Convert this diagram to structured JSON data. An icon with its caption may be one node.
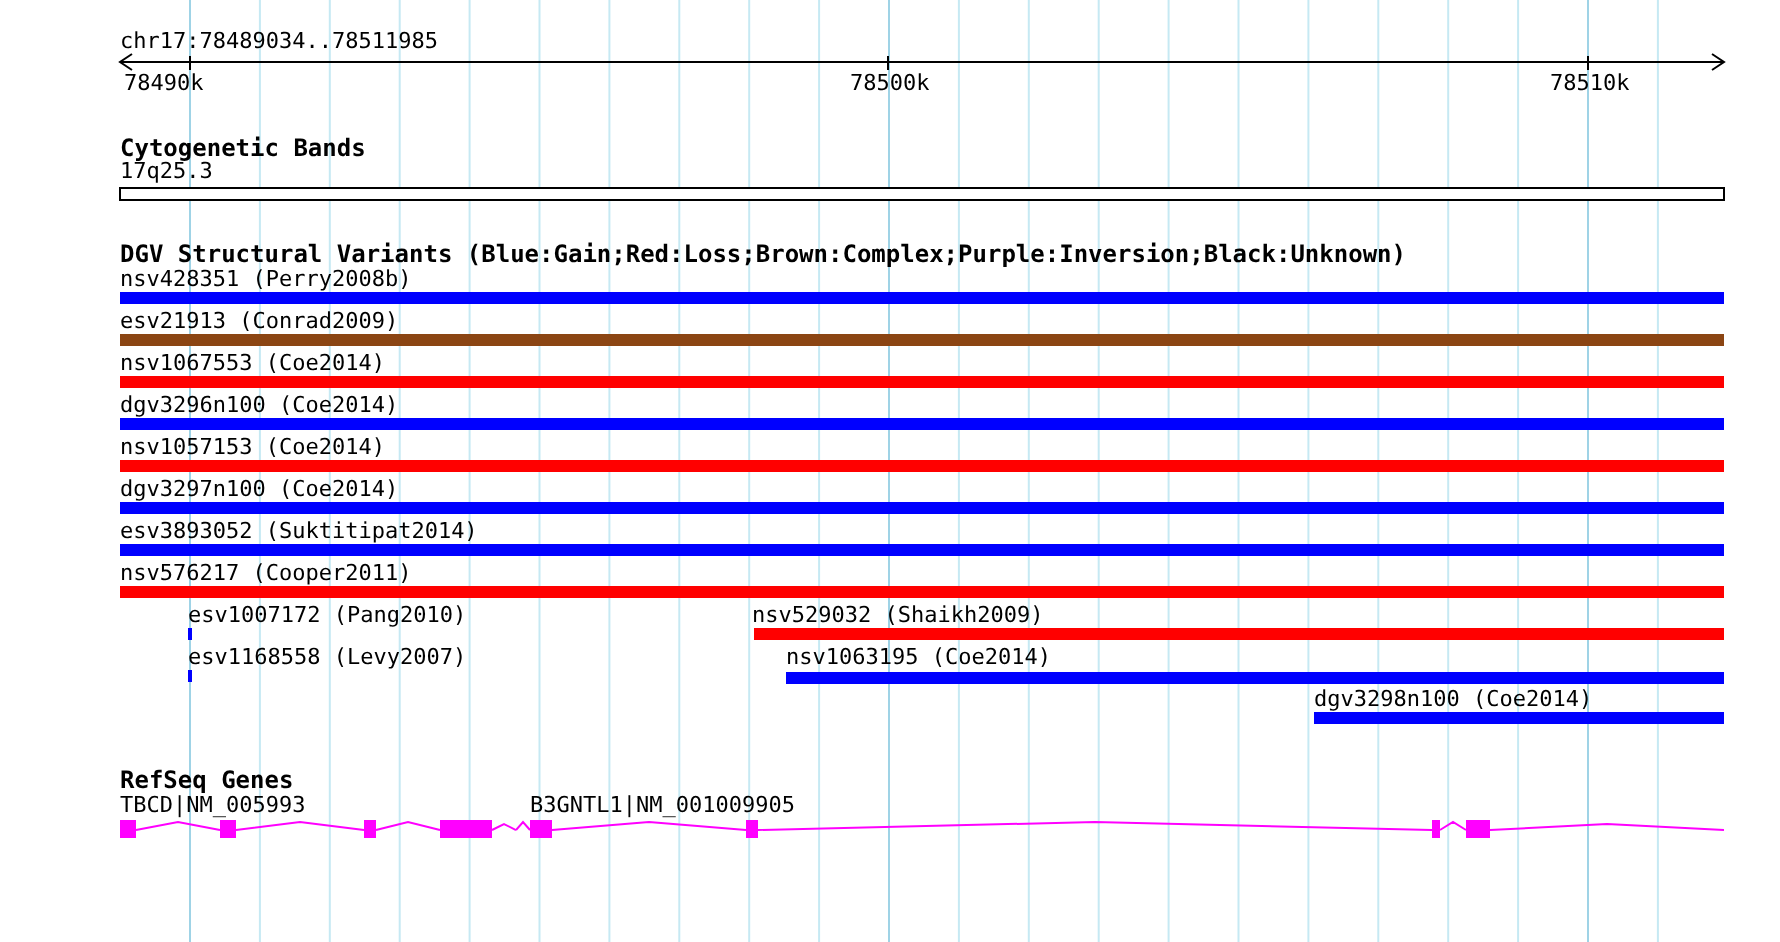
{
  "diagram": {
    "nodes": [
      {
        "text": [
          "nsv428351 (Perry2008b)"
        ]
      },
      {
        "text": [
          "esv21913 (Conrad2009)"
        ]
      },
      {
        "text": [
          "nsv1067553 (Coe2014)"
        ]
      },
      {
        "text": [
          "dgv3296n100 (Coe2014)"
        ]
      },
      {
        "text": [
          "nsv1057153 (Coe2014)"
        ]
      },
      {
        "text": [
          "dgv3297n100 (Coe2014)"
        ]
      },
      {
        "text": [
          "esv3893052 (Suktitipat2014)"
        ]
      },
      {
        "text": [
          "nsv576217 (Cooper2011)"
        ]
      },
      {
        "text": [
          "esv1007172 (Pang2010)"
        ]
      },
      {
        "text": [
          "nsv529032 (Shaikh2009)"
        ]
      },
      {
        "text": [
          "esv1168558 (Levy2007)"
        ]
      },
      {
        "text": [
          "nsv1063195 (Coe2014)"
        ]
      },
      {
        "text": [
          "dgv3298n100 (Coe2014)"
        ]
      },
      {
        "text": [
          "TBCD|NM_005993"
        ]
      },
      {
        "text": [
          "B3GNTL1|NM_001009905"
        ]
      }
    ],
    "labels": [
      "chr17:78489034..78511985",
      "78490k",
      "78500k",
      "78510k",
      "Cytogenetic Bands",
      "17q25.3",
      "DGV Structural Variants (Blue:Gain;Red:Loss;Brown:Complex;Purple:Inversion;Black:Unknown)",
      "RefSeq Genes"
    ]
  }
}
